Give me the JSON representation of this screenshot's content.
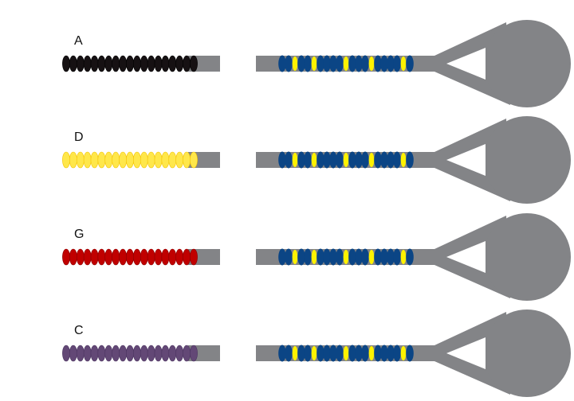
{
  "colors": {
    "background": "#ffffff",
    "structure_gray": "#838487",
    "label_text": "#111111",
    "blue_bead": "#0b4585",
    "yellow_bead": "#fff200"
  },
  "rows": [
    {
      "label": "A",
      "left_bead_color": "#161113",
      "left_bead_stroke": "#000000"
    },
    {
      "label": "D",
      "left_bead_color": "#ffe74a",
      "left_bead_stroke": "#f2c200"
    },
    {
      "label": "G",
      "left_bead_color": "#c00000",
      "left_bead_stroke": "#8a0000"
    },
    {
      "label": "C",
      "left_bead_color": "#634876",
      "left_bead_stroke": "#4b3460"
    }
  ],
  "left_bead_count": 19,
  "right_bead_pattern": [
    "blue",
    "blue",
    "yellow",
    "blue",
    "blue",
    "yellow",
    "blue",
    "blue",
    "blue",
    "blue",
    "yellow",
    "blue",
    "blue",
    "blue",
    "yellow",
    "blue",
    "blue",
    "blue",
    "blue",
    "yellow",
    "blue"
  ]
}
